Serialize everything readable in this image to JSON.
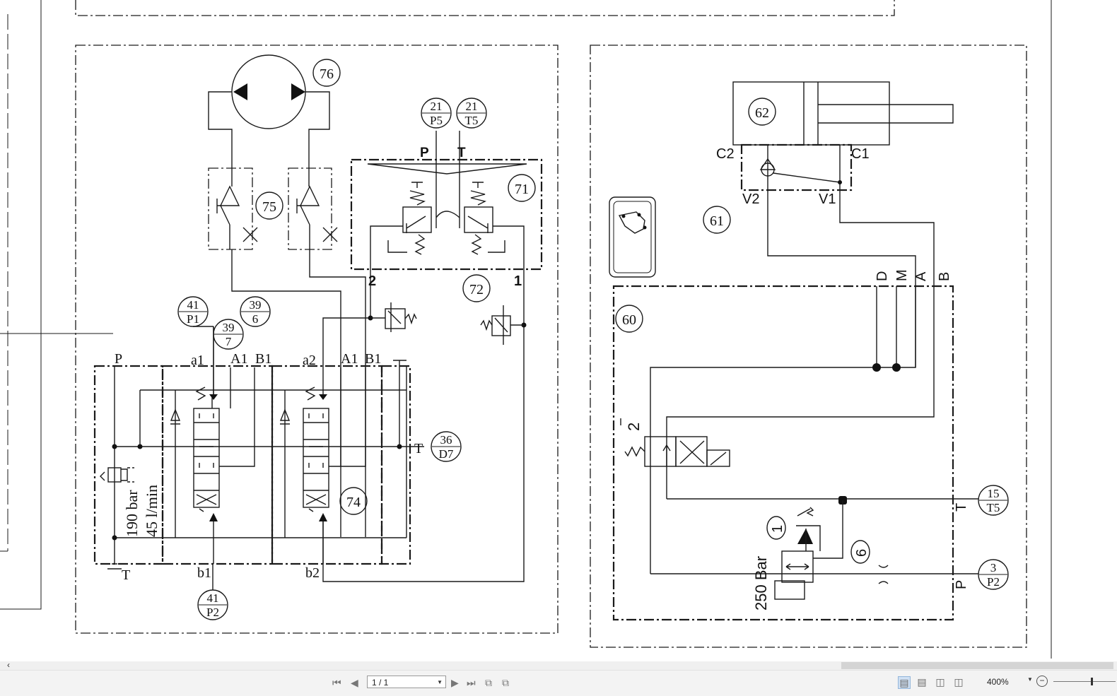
{
  "diagram": {
    "motor_76": "76",
    "valve_75": "75",
    "valve_71": "71",
    "valve_72": "72",
    "valve_74": "74",
    "cyl_62": "62",
    "unit_61": "61",
    "unit_60": "60",
    "ref_21_P5": {
      "top": "21",
      "bottom": "P5"
    },
    "ref_21_T5": {
      "top": "21",
      "bottom": "T5"
    },
    "ref_41_P1": {
      "top": "41",
      "bottom": "P1"
    },
    "ref_39_7": {
      "top": "39",
      "bottom": "7"
    },
    "ref_39_6": {
      "top": "39",
      "bottom": "6"
    },
    "ref_36_D7": {
      "top": "36",
      "bottom": "D7"
    },
    "ref_41_P2": {
      "top": "41",
      "bottom": "P2"
    },
    "ref_15_T5": {
      "top": "15",
      "bottom": "T5"
    },
    "ref_3_P2": {
      "top": "3",
      "bottom": "P2"
    },
    "port_P_71": "P",
    "port_T_71": "T",
    "port_2": "2",
    "port_1": "1",
    "port_P_block": "P",
    "port_a1": "a1",
    "port_A1_a": "A1",
    "port_B1_a": "B1",
    "port_a2": "a2",
    "port_A1_b": "A1",
    "port_B1_b": "B1",
    "port_b1": "b1",
    "port_b2": "b2",
    "port_T_bottom": "T",
    "port_T_right": "T",
    "relief_pressure": "190 bar",
    "flow_rate": "45 l/min",
    "port_C2": "C2",
    "port_C1": "C1",
    "port_V2": "V2",
    "port_V1": "V1",
    "port_D": "D",
    "port_M": "M",
    "port_A": "A",
    "port_B": "B",
    "item_2": "2",
    "item_1": "1",
    "item_6": "6",
    "pressure_250": "250 Bar",
    "port_T_60": "T",
    "port_P_60": "P"
  },
  "viewer": {
    "page_indicator": "1 / 1",
    "zoom_level": "400%",
    "zoom_fraction": 0.6
  }
}
